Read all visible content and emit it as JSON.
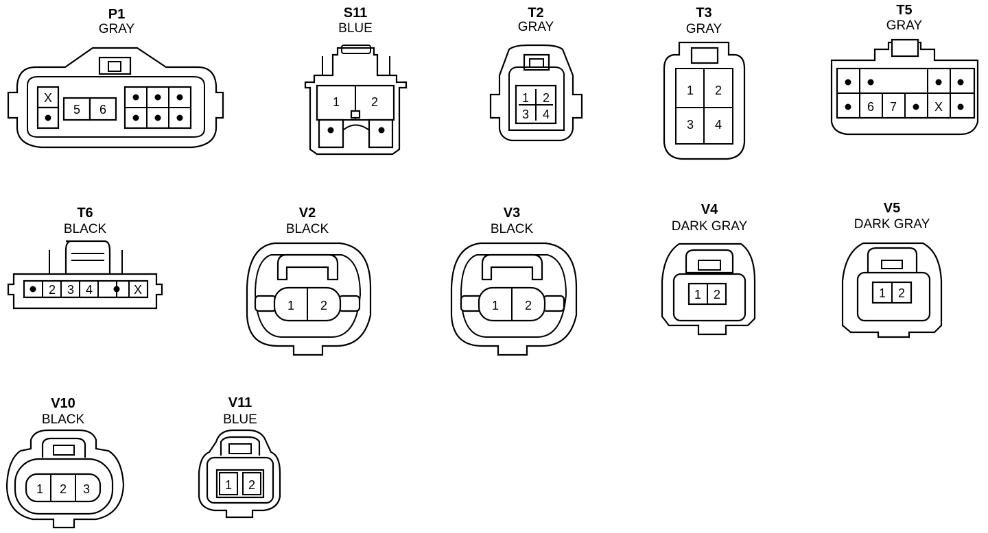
{
  "connectors": {
    "p1": {
      "code": "P1",
      "color": "GRAY",
      "pins": [
        "X",
        "5",
        "6"
      ]
    },
    "s11": {
      "code": "S11",
      "color": "BLUE",
      "pins": [
        "1",
        "2"
      ]
    },
    "t2": {
      "code": "T2",
      "color": "GRAY",
      "pins": [
        "1",
        "2",
        "3",
        "4"
      ]
    },
    "t3": {
      "code": "T3",
      "color": "GRAY",
      "pins": [
        "1",
        "2",
        "3",
        "4"
      ]
    },
    "t5": {
      "code": "T5",
      "color": "GRAY",
      "pins": [
        "6",
        "7",
        "X"
      ]
    },
    "t6": {
      "code": "T6",
      "color": "BLACK",
      "pins": [
        "2",
        "3",
        "4",
        "X"
      ]
    },
    "v2": {
      "code": "V2",
      "color": "BLACK",
      "pins": [
        "1",
        "2"
      ]
    },
    "v3": {
      "code": "V3",
      "color": "BLACK",
      "pins": [
        "1",
        "2"
      ]
    },
    "v4": {
      "code": "V4",
      "color": "DARK GRAY",
      "pins": [
        "1",
        "2"
      ]
    },
    "v5": {
      "code": "V5",
      "color": "DARK GRAY",
      "pins": [
        "1",
        "2"
      ]
    },
    "v10": {
      "code": "V10",
      "color": "BLACK",
      "pins": [
        "1",
        "2",
        "3"
      ]
    },
    "v11": {
      "code": "V11",
      "color": "BLUE",
      "pins": [
        "1",
        "2"
      ]
    }
  }
}
